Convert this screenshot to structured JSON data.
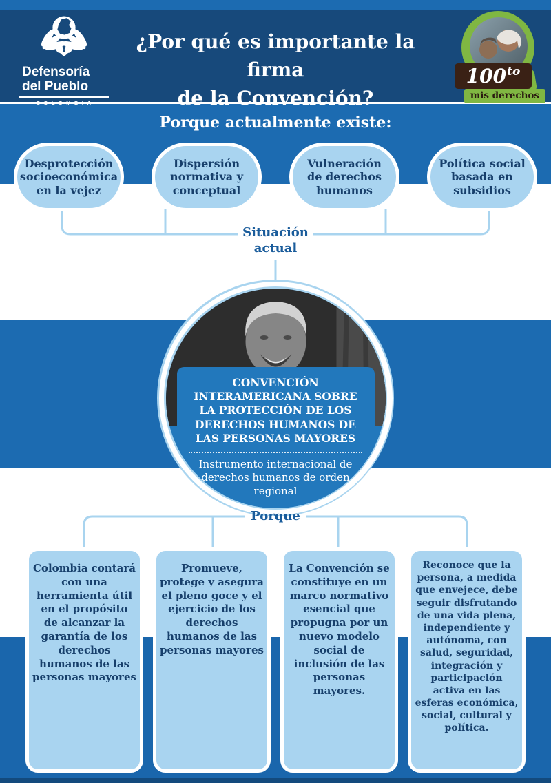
{
  "header": {
    "logo": {
      "name_line1": "Defensoría",
      "name_line2": "del Pueblo",
      "country": "COLOMBIA"
    },
    "title_line1": "¿Por qué es importante la firma",
    "title_line2": "de la Convención?",
    "badge": {
      "number": "100",
      "suffix": "to",
      "label": "mis derechos"
    }
  },
  "current_band": {
    "title": "Porque actualmente existe:"
  },
  "bubbles": [
    {
      "label": "Desprotección socioeconómica en la vejez"
    },
    {
      "label": "Dispersión normativa y conceptual"
    },
    {
      "label": "Vulneración de derechos humanos"
    },
    {
      "label": "Política social basada en subsidios"
    }
  ],
  "situation_label": {
    "line1": "Situación",
    "line2": "actual"
  },
  "convention": {
    "title": "CONVENCIÓN INTERAMERICANA SOBRE LA PROTECCIÓN DE LOS DERECHOS HUMANOS DE LAS PERSONAS MAYORES",
    "subtitle": "Instrumento internacional de derechos humanos de orden regional"
  },
  "because_label": "Porque",
  "benefits": [
    {
      "text": "Colombia contará con una herramienta útil en el propósito de alcanzar la garantía de los derechos humanos de las personas mayores"
    },
    {
      "text": "Promueve, protege y asegura el pleno goce y el ejercicio de los derechos humanos de las personas mayores"
    },
    {
      "text": "La Convención se constituye en un marco normativo esencial que propugna por un nuevo modelo social de inclusión de las personas mayores."
    },
    {
      "text": "Reconoce que la persona, a medida que envejece, debe seguir disfrutando de una vida plena, independiente y autónoma, con salud, seguridad, integración y participación activa en las esferas económica, social, cultural y política."
    }
  ],
  "colors": {
    "header_navy": "#17497B",
    "medium_blue_band": "#1C6BB1",
    "bottom_band": "#1A66AC",
    "footer_strip": "#134A7D",
    "light_blue_fill": "#A9D4F0",
    "connector_blue": "#A9D4EF",
    "dark_text_blue": "#173F6B",
    "label_blue": "#1A5C9B",
    "convention_box_blue": "#2278BC",
    "badge_green": "#80B742",
    "badge_brown": "#3A2115"
  }
}
